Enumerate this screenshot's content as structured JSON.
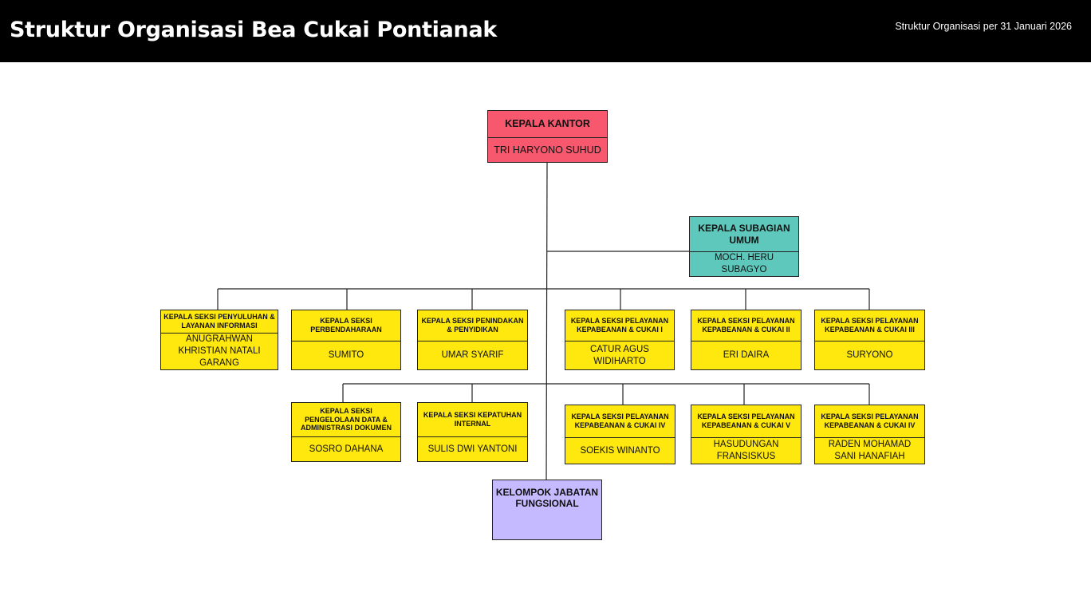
{
  "header": {
    "title": "Struktur Organisasi Bea Cukai Pontianak",
    "date_text": "Struktur Organisasi per 31 Januari 2026"
  },
  "colors": {
    "header_background": "#000000",
    "head_office": "#f7586d",
    "general_subsection": "#5ec8bc",
    "section": "#ffe80e",
    "functional_group": "#c5baff",
    "connector": "#222222"
  },
  "head": {
    "role": "KEPALA KANTOR",
    "name": "TRI HARYONO SUHUD"
  },
  "umum": {
    "role": "KEPALA SUBAGIAN UMUM",
    "name": "MOCH. HERU SUBAGYO"
  },
  "row1": [
    {
      "role": "KEPALA SEKSI PENYULUHAN & LAYANAN INFORMASI",
      "name": "ANUGRAHWAN KHRISTIAN NATALI GARANG"
    },
    {
      "role": "KEPALA SEKSI PERBENDAHARAAN",
      "name": "SUMITO"
    },
    {
      "role": "KEPALA SEKSI PENINDAKAN & PENYIDIKAN",
      "name": "UMAR SYARIF"
    },
    {
      "role": "KEPALA SEKSI PELAYANAN KEPABEANAN & CUKAI I",
      "name": "CATUR AGUS WIDIHARTO"
    },
    {
      "role": "KEPALA SEKSI PELAYANAN KEPABEANAN & CUKAI II",
      "name": "ERI DAIRA"
    },
    {
      "role": "KEPALA SEKSI PELAYANAN KEPABEANAN & CUKAI III",
      "name": "SURYONO"
    }
  ],
  "row2": [
    {
      "role": "KEPALA SEKSI PENGELOLAAN DATA & ADMINISTRASI DOKUMEN",
      "name": "SOSRO DAHANA"
    },
    {
      "role": "KEPALA SEKSI KEPATUHAN INTERNAL",
      "name": "SULIS DWI YANTONI"
    },
    {
      "role": "KEPALA SEKSI PELAYANAN KEPABEANAN & CUKAI IV",
      "name": "SOEKIS WINANTO"
    },
    {
      "role": "KEPALA SEKSI PELAYANAN KEPABEANAN & CUKAI V",
      "name": "HASUDUNGAN FRANSISKUS"
    },
    {
      "role": "KEPALA SEKSI PELAYANAN KEPABEANAN & CUKAI IV",
      "name": "RADEN MOHAMAD SANI HANAFIAH"
    }
  ],
  "functional": {
    "role": "KELOMPOK JABATAN FUNGSIONAL"
  }
}
